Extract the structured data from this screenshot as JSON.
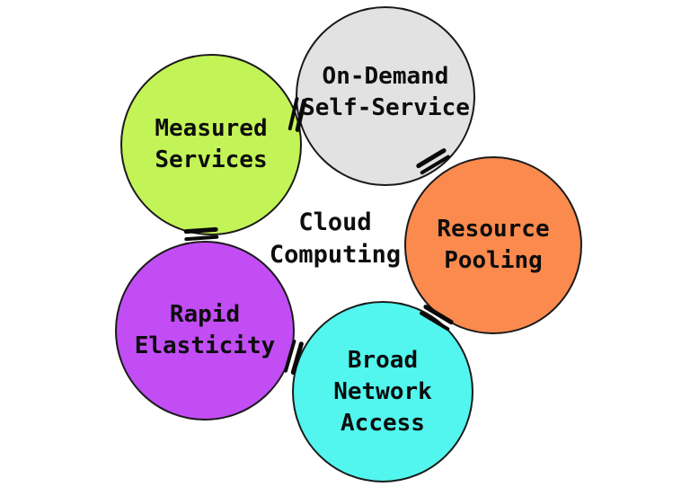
{
  "diagram": {
    "background": "#ffffff",
    "stroke_color": "#1a1a1a",
    "text_color": "#0d0d0d",
    "title": {
      "lines": [
        "Cloud",
        "Computing"
      ]
    },
    "nodes": [
      {
        "id": "on-demand-self-service",
        "lines": [
          "On-Demand",
          "Self-Service"
        ],
        "color": "#e2e2e2",
        "position": "top"
      },
      {
        "id": "resource-pooling",
        "lines": [
          "Resource",
          "Pooling"
        ],
        "color": "#fb8a4e",
        "position": "right"
      },
      {
        "id": "broad-network-access",
        "lines": [
          "Broad",
          "Network",
          "Access"
        ],
        "color": "#52f6ee",
        "position": "bottom"
      },
      {
        "id": "rapid-elasticity",
        "lines": [
          "Rapid",
          "Elasticity"
        ],
        "color": "#c24df5",
        "position": "bottom-left"
      },
      {
        "id": "measured-services",
        "lines": [
          "Measured",
          "Services"
        ],
        "color": "#c3f457",
        "position": "top-left"
      }
    ]
  }
}
